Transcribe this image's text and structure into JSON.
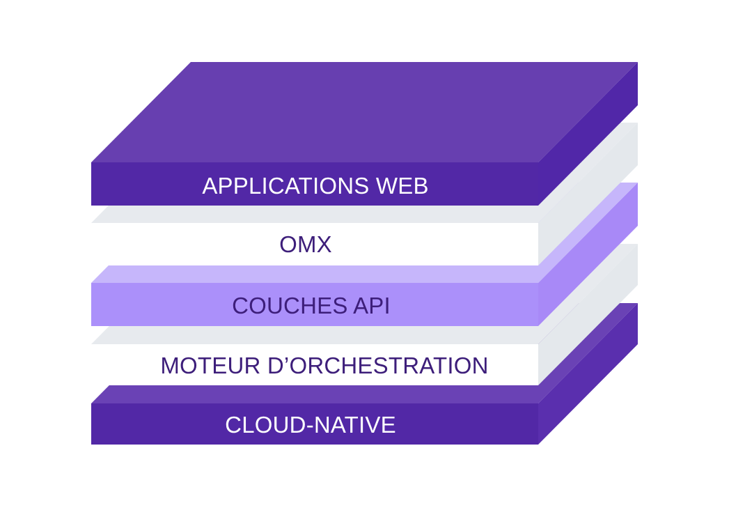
{
  "layers": [
    {
      "id": "cloud-native",
      "label": "CLOUD-NATIVE",
      "colors": {
        "top": "#6a42b5",
        "front": "#5228a6",
        "side": "#5a2fae",
        "text": "#ffffff"
      }
    },
    {
      "id": "moteur-orchestration",
      "label": "MOTEUR D’ORCHESTRATION",
      "colors": {
        "top": "#e7eaee",
        "front": "#ffffff",
        "side": "#e4e8ec",
        "text": "#3d1e7a"
      }
    },
    {
      "id": "couches-api",
      "label": "COUCHES API",
      "colors": {
        "top": "#c6b6fb",
        "front": "#ab90fa",
        "side": "#a889f7",
        "text": "#3d1e7a"
      }
    },
    {
      "id": "omx",
      "label": "OMX",
      "colors": {
        "top": "#e7eaee",
        "front": "#ffffff",
        "side": "#e4e8ec",
        "text": "#3d1e7a"
      }
    },
    {
      "id": "applications-web",
      "label": "APPLICATIONS WEB",
      "colors": {
        "top": "#673fb0",
        "front": "#5228a6",
        "side": "#5127a8",
        "text": "#ffffff"
      }
    }
  ]
}
